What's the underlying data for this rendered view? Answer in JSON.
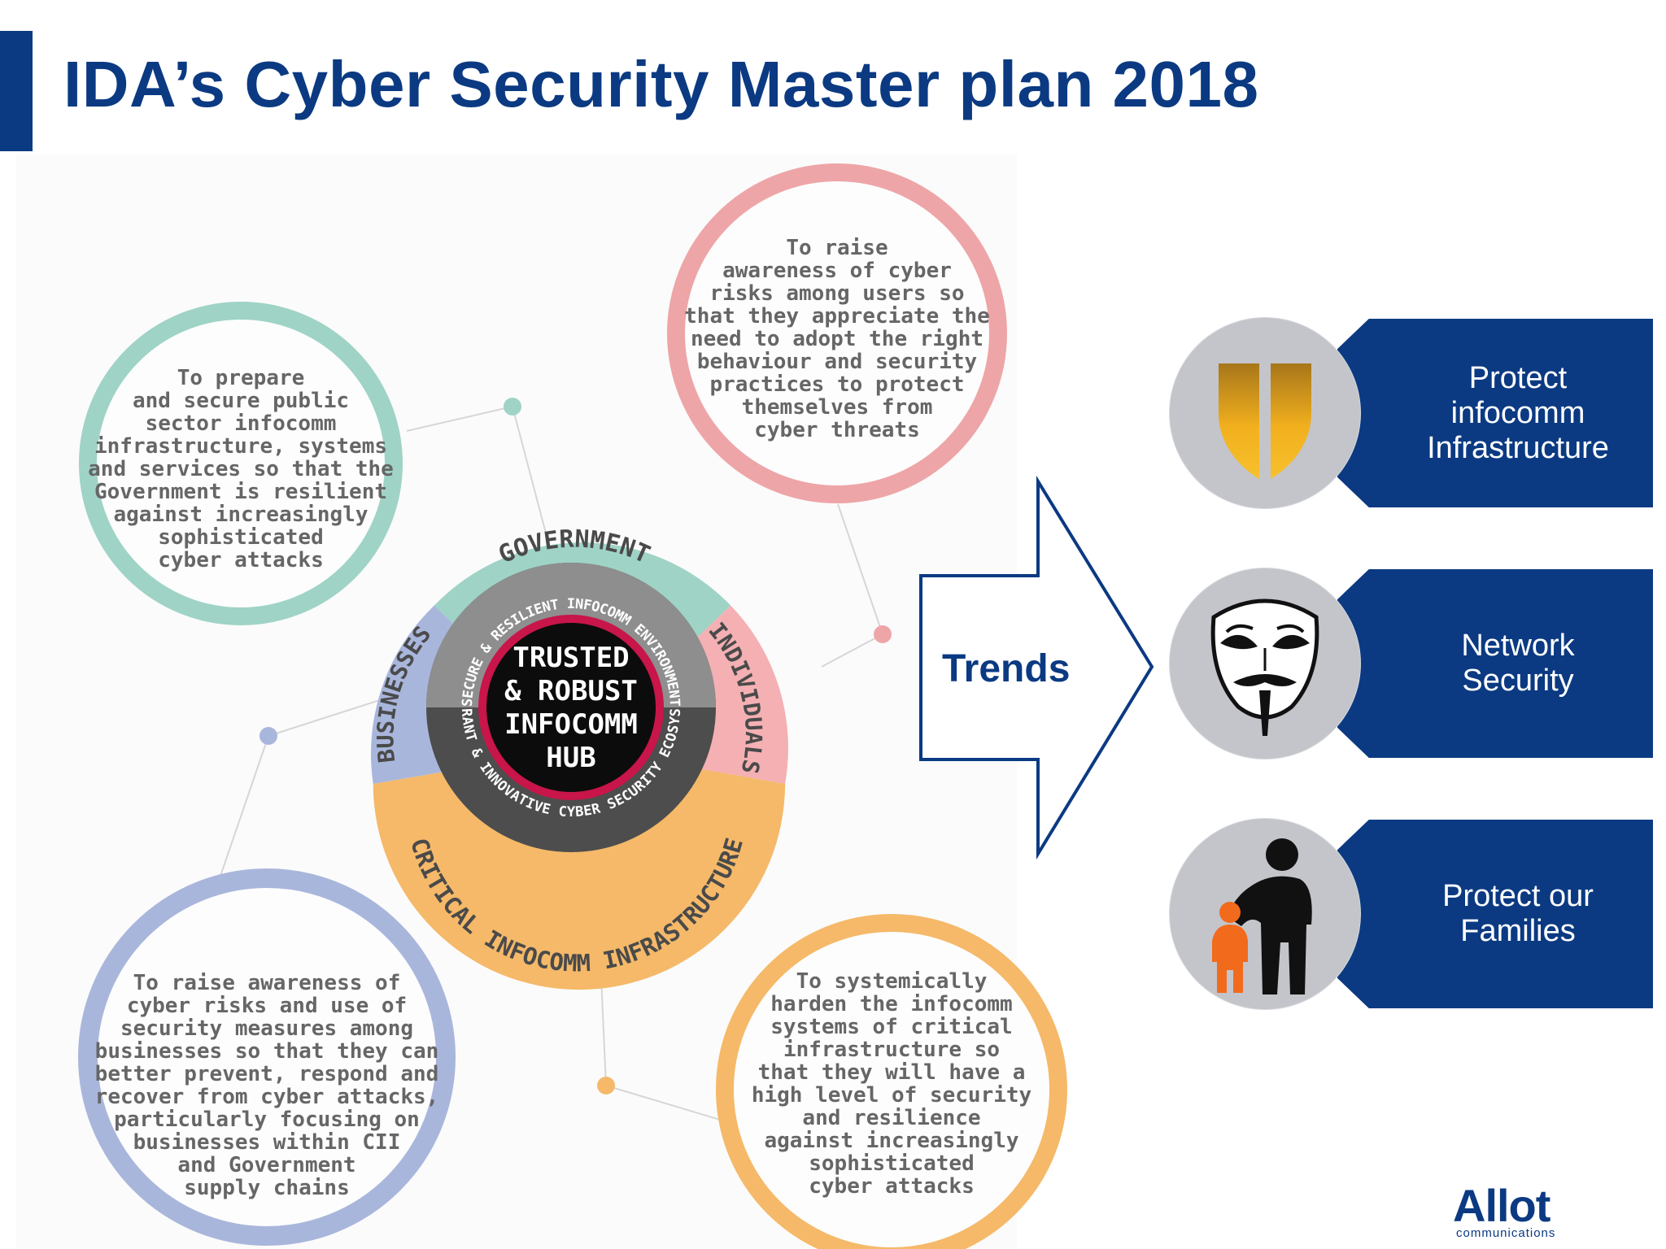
{
  "title": "IDA’s Cyber Security Master plan 2018",
  "hub": {
    "center_lines": [
      "TRUSTED",
      "& ROBUST",
      "INFOCOMM",
      "HUB"
    ],
    "inner_top": "SECURE & RESILIENT INFOCOMM ENVIRONMENT",
    "inner_bottom": "VIBRANT & INNOVATIVE CYBER SECURITY ECOSYSTEM",
    "segments": {
      "government": "GOVERNMENT",
      "individuals": "INDIVIDUALS",
      "businesses": "BUSINESSES",
      "cii": "CRITICAL INFOCOMM INFRASTRUCTURE"
    }
  },
  "bubbles": {
    "government": [
      "To prepare",
      "and secure public",
      "sector infocomm",
      "infrastructure, systems",
      "and services so that the",
      "Government is resilient",
      "against increasingly",
      "sophisticated",
      "cyber attacks"
    ],
    "individuals": [
      "To raise",
      "awareness of cyber",
      "risks among users so",
      "that they appreciate the",
      "need to adopt the right",
      "behaviour and security",
      "practices to protect",
      "themselves from",
      "cyber threats"
    ],
    "businesses": [
      "To raise awareness of",
      "cyber risks and use of",
      "security measures among",
      "businesses so that they can",
      "better prevent, respond and",
      "recover from cyber attacks,",
      "particularly focusing on",
      "businesses within CII",
      "and Government",
      "supply chains"
    ],
    "cii": [
      "To systemically",
      "harden the infocomm",
      "systems of critical",
      "infrastructure so",
      "that they will have a",
      "high level of security",
      "and resilience",
      "against increasingly",
      "sophisticated",
      "cyber attacks"
    ]
  },
  "arrow_label": "Trends",
  "trends": [
    {
      "label_lines": [
        "Protect",
        "infocomm",
        "Infrastructure"
      ],
      "icon": "shield-icon"
    },
    {
      "label_lines": [
        "Network",
        "Security"
      ],
      "icon": "mask-icon"
    },
    {
      "label_lines": [
        "Protect our",
        "Families"
      ],
      "icon": "family-icon"
    }
  ],
  "colors": {
    "brand_blue": "#0b3a82",
    "teal": "#9fd3c6",
    "pink": "#eea5a8",
    "lavender": "#a9b6dc",
    "orange": "#f5b969",
    "hub_crimson": "#c8154a",
    "shield_gold": "#f2b01e"
  },
  "logo": {
    "word": "Allot",
    "sub": "communications"
  }
}
